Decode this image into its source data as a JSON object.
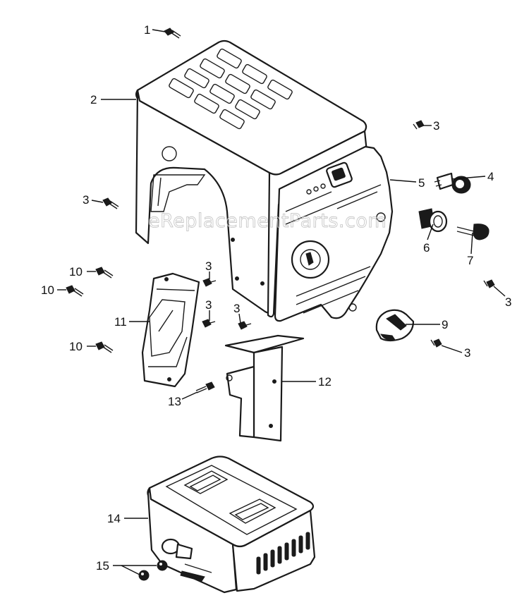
{
  "watermark": "eReplacementParts.com",
  "callouts": {
    "c1": "1",
    "c2": "2",
    "c3a": "3",
    "c3b": "3",
    "c3c": "3",
    "c3d": "3",
    "c3e": "3",
    "c3f": "3",
    "c3g": "3",
    "c4": "4",
    "c5": "5",
    "c6": "6",
    "c7": "7",
    "c9": "9",
    "c10a": "10",
    "c10b": "10",
    "c10c": "10",
    "c11": "11",
    "c12": "12",
    "c13": "13",
    "c14": "14",
    "c15": "15"
  }
}
